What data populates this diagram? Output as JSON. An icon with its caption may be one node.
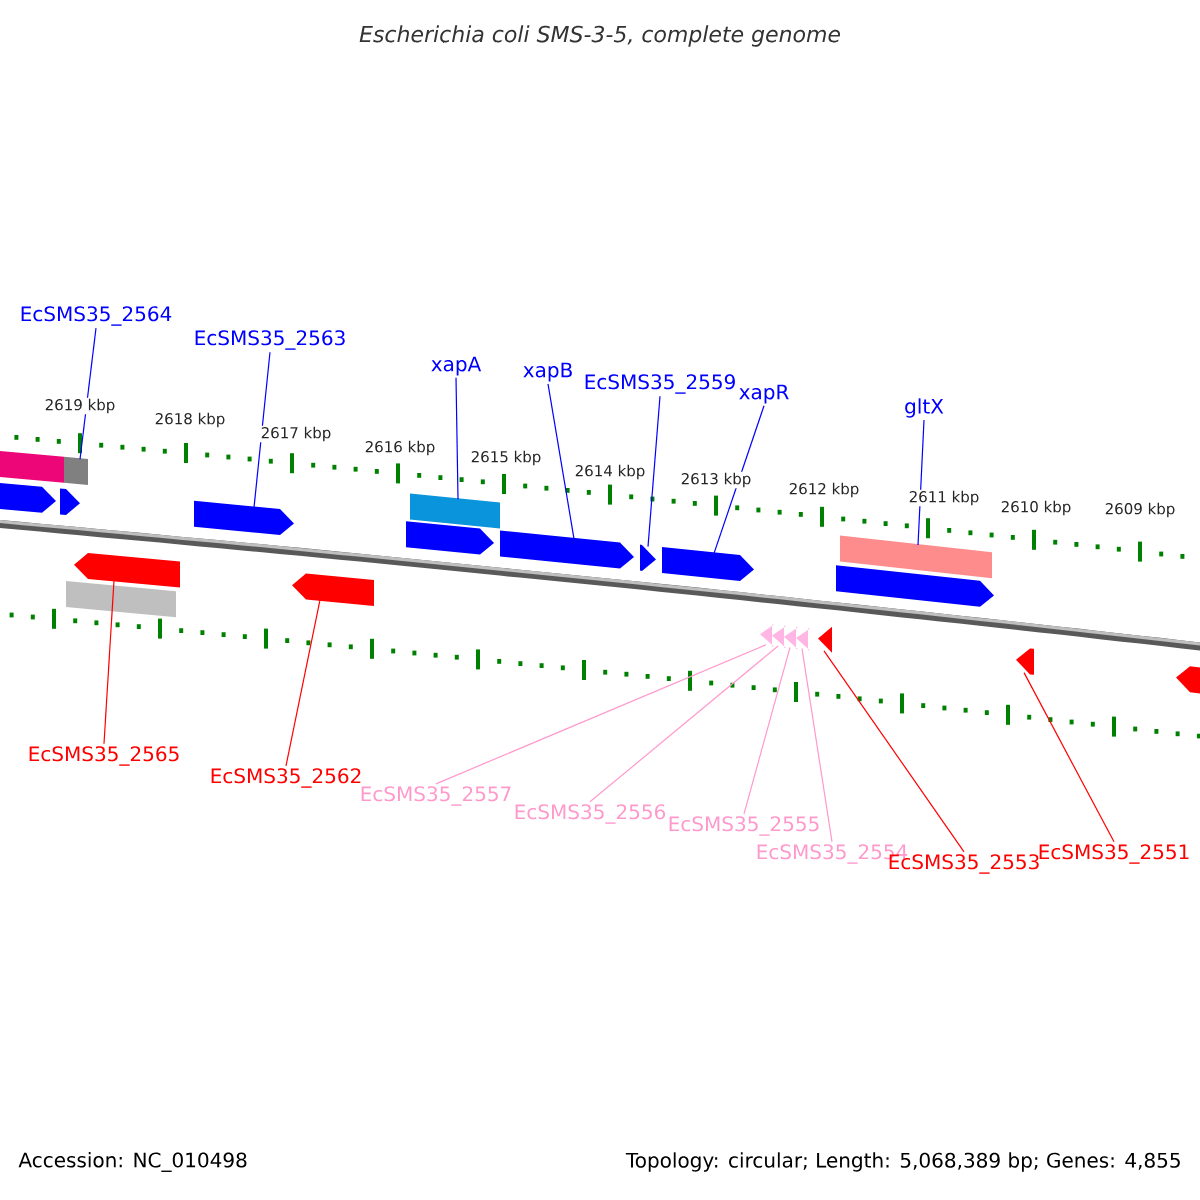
{
  "diagram": {
    "title": "Escherichia coli SMS-3-5, complete genome",
    "nodes": [
      {
        "text": [
          "EcSMS35_2564"
        ]
      },
      {
        "text": [
          "EcSMS35_2563"
        ]
      },
      {
        "text": [
          "xapA"
        ]
      },
      {
        "text": [
          "xapB"
        ]
      },
      {
        "text": [
          "EcSMS35_2559"
        ]
      },
      {
        "text": [
          "xapR"
        ]
      },
      {
        "text": [
          "gltX"
        ]
      },
      {
        "text": [
          "EcSMS35_2565"
        ]
      },
      {
        "text": [
          "EcSMS35_2562"
        ]
      },
      {
        "text": [
          "EcSMS35_2557"
        ]
      },
      {
        "text": [
          "EcSMS35_2556"
        ]
      },
      {
        "text": [
          "EcSMS35_2555"
        ]
      },
      {
        "text": [
          "EcSMS35_2554"
        ]
      },
      {
        "text": [
          "EcSMS35_2553"
        ]
      },
      {
        "text": [
          "EcSMS35_2551"
        ]
      },
      {
        "text": [],
        "shape": "pentagon"
      },
      {
        "text": [],
        "shape": "bar"
      },
      {
        "text": [],
        "shape": "bar"
      },
      {
        "text": [],
        "shape": "pentagon"
      },
      {
        "text": [],
        "shape": "bar"
      },
      {
        "text": [],
        "shape": "pentagon"
      },
      {
        "text": [],
        "shape": "pentagon"
      },
      {
        "text": [],
        "shape": "pentagon"
      },
      {
        "text": [],
        "shape": "pentagon"
      },
      {
        "text": [],
        "shape": "bar"
      },
      {
        "text": [],
        "shape": "pentagon"
      },
      {
        "text": [],
        "shape": "pentagon"
      },
      {
        "text": [],
        "shape": "pentagon"
      },
      {
        "text": [],
        "shape": "pentagon"
      },
      {
        "text": [],
        "shape": "pentagon"
      },
      {
        "text": [],
        "shape": "pentagon"
      },
      {
        "text": [],
        "shape": "pentagon"
      },
      {
        "text": [],
        "shape": "pentagon"
      },
      {
        "text": [],
        "shape": "pentagon"
      },
      {
        "text": [],
        "shape": "bar"
      },
      {
        "text": [],
        "shape": "pentagon"
      },
      {
        "text": [],
        "shape": "pentagon"
      }
    ],
    "edges": [
      {
        "from": 0,
        "to": 17,
        "arrow": "none"
      },
      {
        "from": 1,
        "to": 21,
        "arrow": "none"
      },
      {
        "from": 2,
        "to": 24,
        "arrow": "none"
      },
      {
        "from": 3,
        "to": 25,
        "arrow": "none"
      },
      {
        "from": 4,
        "to": 26,
        "arrow": "none"
      },
      {
        "from": 5,
        "to": 27,
        "arrow": "none"
      },
      {
        "from": 6,
        "to": 34,
        "arrow": "none"
      },
      {
        "from": 7,
        "to": 20,
        "arrow": "none",
        "color": "#ff0000"
      },
      {
        "from": 8,
        "to": 22,
        "arrow": "none",
        "color": "#ff0000"
      },
      {
        "from": 9,
        "to": 28,
        "arrow": "none",
        "color": "#ff99cc"
      },
      {
        "from": 10,
        "to": 29,
        "arrow": "none",
        "color": "#ff99cc"
      },
      {
        "from": 11,
        "to": 30,
        "arrow": "none",
        "color": "#ff99cc"
      },
      {
        "from": 12,
        "to": 31,
        "arrow": "none",
        "color": "#ff99cc"
      },
      {
        "from": 13,
        "to": 32,
        "arrow": "none",
        "color": "#ff0000"
      },
      {
        "from": 14,
        "to": 35,
        "arrow": "none",
        "color": "#ff0000"
      }
    ],
    "labels": [
      "2619 kbp",
      "2618 kbp",
      "2617 kbp",
      "2616 kbp",
      "2615 kbp",
      "2614 kbp",
      "2613 kbp",
      "2612 kbp",
      "2611 kbp",
      "2610 kbp",
      "2609 kbp",
      "Accession: NC_010498",
      "Topology: circular; Length: 5,068,389 bp; Genes: 4,855"
    ]
  }
}
